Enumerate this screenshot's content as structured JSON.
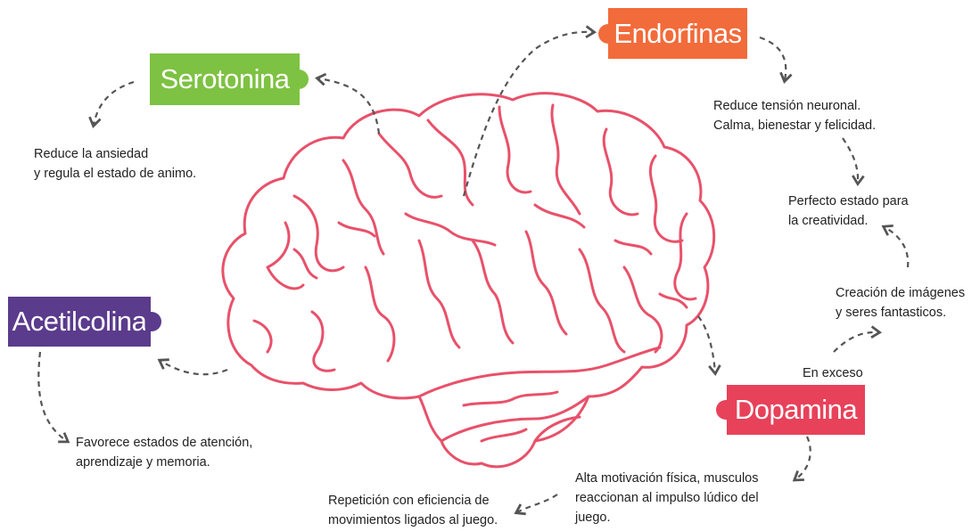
{
  "labels": {
    "serotonina": "Serotonina",
    "endorfinas": "Endorfinas",
    "acetilcolina": "Acetilcolina",
    "dopamina": "Dopamina"
  },
  "texts": {
    "serotonina_desc_1": "Reduce la ansiedad",
    "serotonina_desc_2": "y regula el estado de animo.",
    "endorfinas_desc_1": "Reduce tensión neuronal.",
    "endorfinas_desc_2": "Calma, bienestar y felicidad.",
    "creatividad_1": "Perfecto estado para",
    "creatividad_2": "la creatividad.",
    "imagenes_1": "Creación de imágenes",
    "imagenes_2": "y seres fantasticos.",
    "exceso": "En exceso",
    "acetil_desc_1": "Favorece estados de atención,",
    "acetil_desc_2": "aprendizaje y memoria.",
    "dopa_desc_1": "Alta motivación física, musculos",
    "dopa_desc_2": "reaccionan al impulso lúdico del",
    "dopa_desc_3": "juego.",
    "repeticion_1": "Repetición con eficiencia de",
    "repeticion_2": "movimientos ligados al juego."
  },
  "colors": {
    "serotonina": "#7dc242",
    "endorfinas": "#f26b3a",
    "acetilcolina": "#5b3b8c",
    "dopamina": "#e8415a",
    "brain": "#e8516a",
    "arrow": "#555555"
  }
}
